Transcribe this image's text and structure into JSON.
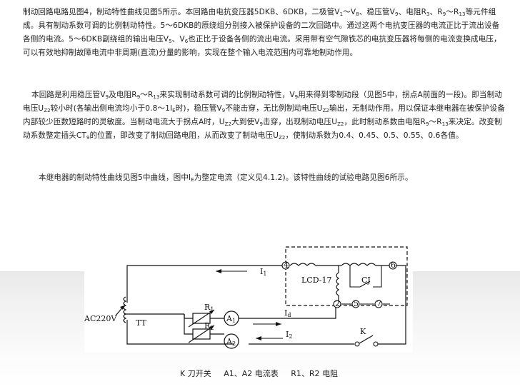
{
  "paragraphs": {
    "p1": "制动回路电路见图4，制动特性曲线见图5所示。本回路由电抗变压器5DKB、6DKB，二极管V1～V8、稳压管V9、电阻R3、R9～R13等元件组成。具有制动系数可调的比例制动特性。5～6DKB的原绕组分别接入被保护设备的二次回路中。通过这两个电抗变压器的电流正比于流出设备各侧的电流。5～6DKB副绕组的输出电压V5、V6也正比于设备各侧的流出电流。采用带有空气隙铁芯的电抗变压器将每侧的电流变换成电压，可以有效地抑制故障电流中非周期(直流)分量的影响，实现在整个输入电流范围内可靠地制动作用。",
    "p2": "本回路是利用稳压管V9及电阻R9～R13来实现制动系数可调的比例制动特性，V9用来得到零制动段（见图5中，拐点A前面的一段)。即当制动电压UZ2较小时(各输出侧电流均小于0.8～1IE时)，稳压管V9不能击穿，无比例制动电压UZ2输出，无制动作用。用以保证本继电器在被保护设备内部较少匝数短路时的灵敏度。当制动电流大于拐点A时，UZ2大到使V9击穿，出现制动电压UZ2，此时制动系数由电阻R9～R13来决定。改变制动系数整定插头CT9的位置，即改变了制动回路电阻，从而改变了制动电压UZ2，使制动系数为0.4、0.45、0.5、0.55、0.6各值。",
    "p3": "本继电器的制动特性曲线见图5中曲线，图中IE为整定电流（定义见4.1.2)。该特性曲线的试验电路见图6所示。"
  },
  "circuit": {
    "source_label": "AC220V",
    "transformer_label": "TT",
    "r1_label": "R1",
    "r2_label": "R2",
    "a1_label": "A1",
    "a2_label": "A2",
    "i1_label": "I1",
    "id_label": "Id",
    "i2_label": "I2",
    "relay_label": "LCD-17",
    "cj_label": "CJ",
    "k_label": "K",
    "terminal_4": "4",
    "terminal_6": "6",
    "terminal_2": "2",
    "terminal_5": "5",
    "terminal_7": "7"
  },
  "caption": {
    "k": "K",
    "k_desc": "刀开关",
    "a1": "A1",
    "sep1": "、",
    "a2": "A2",
    "a_desc": "电流表",
    "r1": "R1",
    "sep2": "、",
    "r2": "R2",
    "r_desc": "电阻"
  }
}
